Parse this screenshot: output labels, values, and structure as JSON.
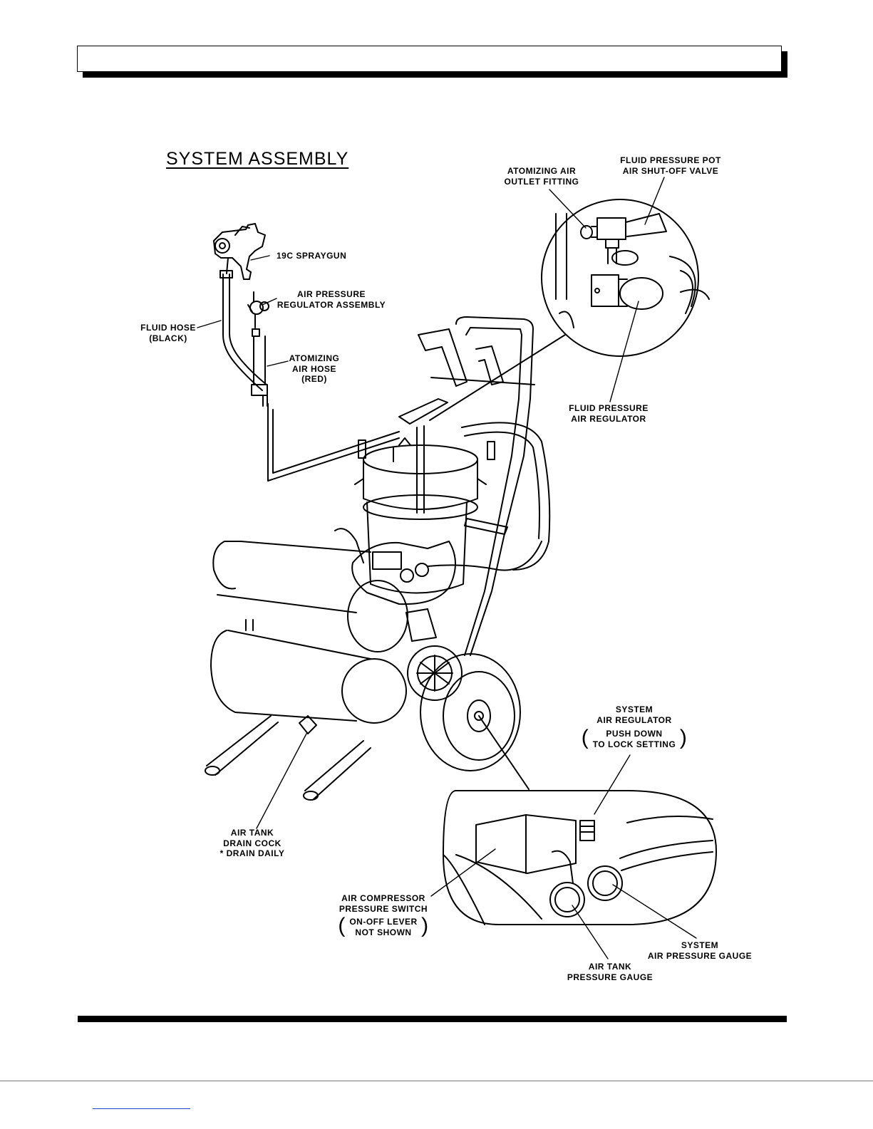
{
  "diagram": {
    "title": "SYSTEM ASSEMBLY",
    "labels": {
      "spraygun": "19C SPRAYGUN",
      "air_pressure_regulator": [
        "AIR PRESSURE",
        "REGULATOR ASSEMBLY"
      ],
      "fluid_hose": [
        "FLUID HOSE",
        "(BLACK)"
      ],
      "atomizing_air_hose": [
        "ATOMIZING",
        "AIR HOSE",
        "(RED)"
      ],
      "atomizing_air_outlet": [
        "ATOMIZING AIR",
        "OUTLET FITTING"
      ],
      "fluid_pot_shutoff": [
        "FLUID PRESSURE POT",
        "AIR SHUT-OFF VALVE"
      ],
      "fluid_pressure_air_regulator": [
        "FLUID PRESSURE",
        "AIR REGULATOR"
      ],
      "system_air_regulator": [
        "SYSTEM",
        "AIR REGULATOR"
      ],
      "system_air_regulator_note": [
        "PUSH DOWN",
        "TO LOCK SETTING"
      ],
      "air_tank_drain": [
        "AIR TANK",
        "DRAIN COCK",
        "* DRAIN DAILY"
      ],
      "pressure_switch": [
        "AIR COMPRESSOR",
        "PRESSURE SWITCH"
      ],
      "pressure_switch_note": [
        "ON-OFF LEVER",
        "NOT SHOWN"
      ],
      "system_air_gauge": [
        "SYSTEM",
        "AIR PRESSURE GAUGE"
      ],
      "air_tank_gauge": [
        "AIR TANK",
        "PRESSURE GAUGE"
      ]
    }
  }
}
